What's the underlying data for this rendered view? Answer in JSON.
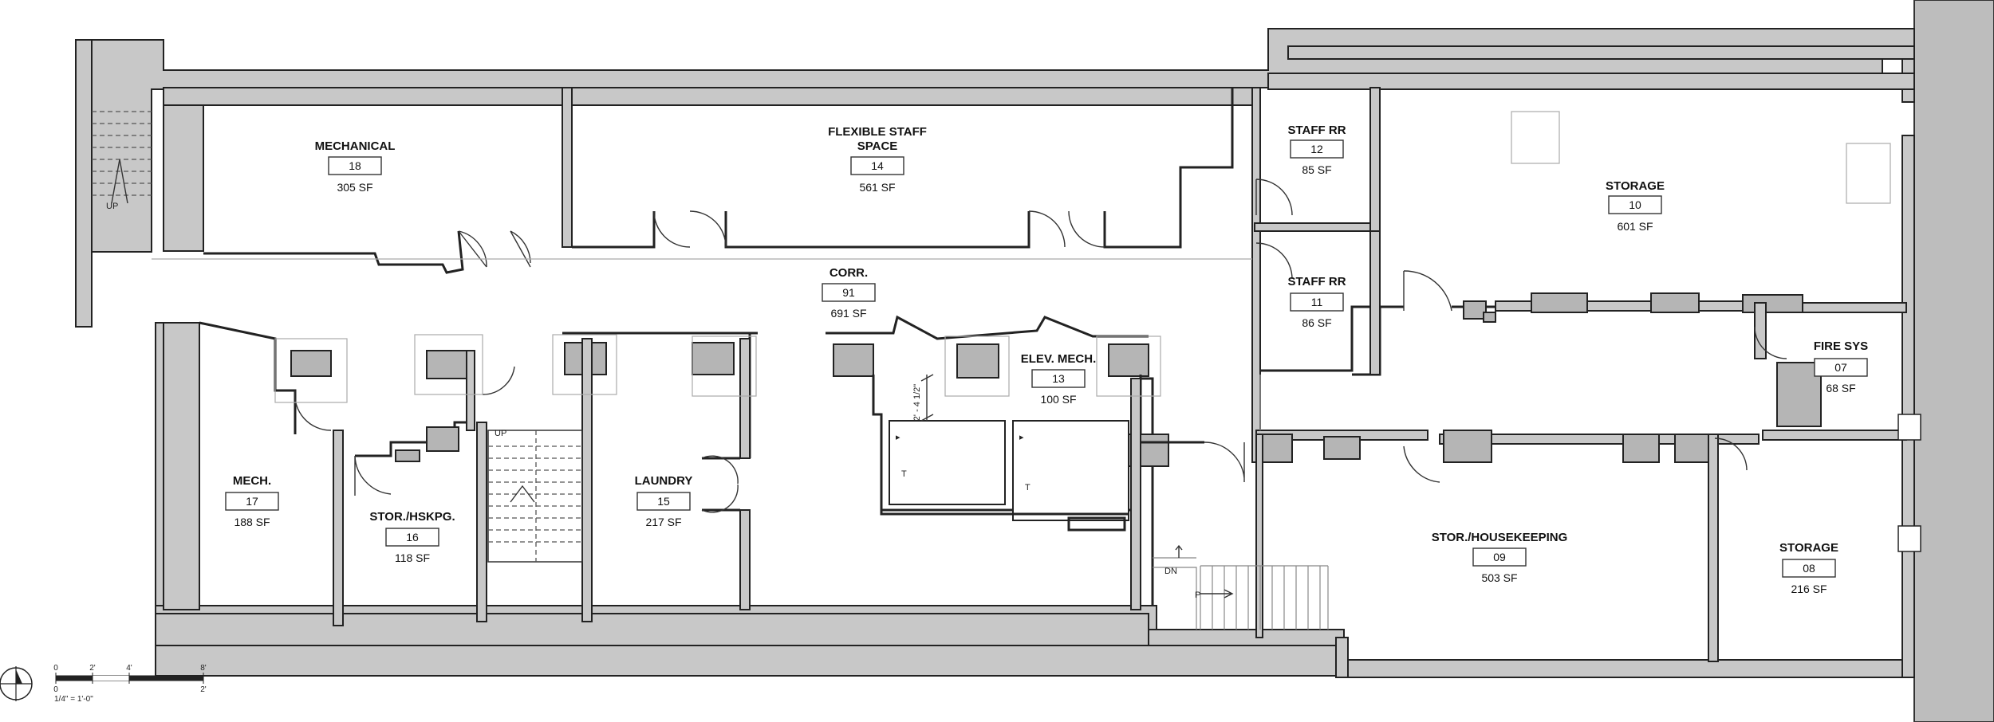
{
  "rooms": [
    {
      "id": "mechanical",
      "name": "MECHANICAL",
      "number": "18",
      "area": "305 SF"
    },
    {
      "id": "flex",
      "name": "FLEXIBLE STAFF",
      "name2": "SPACE",
      "number": "14",
      "area": "561 SF"
    },
    {
      "id": "staff-rr-12",
      "name": "STAFF RR",
      "number": "12",
      "area": "85 SF"
    },
    {
      "id": "storage-10",
      "name": "STORAGE",
      "number": "10",
      "area": "601 SF"
    },
    {
      "id": "corr",
      "name": "CORR.",
      "number": "91",
      "area": "691 SF"
    },
    {
      "id": "staff-rr-11",
      "name": "STAFF RR",
      "number": "11",
      "area": "86 SF"
    },
    {
      "id": "elev-mech",
      "name": "ELEV. MECH.",
      "number": "13",
      "area": "100 SF"
    },
    {
      "id": "fire-sys",
      "name": "FIRE SYS",
      "number": "07",
      "area": "68 SF"
    },
    {
      "id": "mech-17",
      "name": "MECH.",
      "number": "17",
      "area": "188 SF"
    },
    {
      "id": "stor-hskpg",
      "name": "STOR./HSKPG.",
      "number": "16",
      "area": "118 SF"
    },
    {
      "id": "laundry",
      "name": "LAUNDRY",
      "number": "15",
      "area": "217 SF"
    },
    {
      "id": "stor-housekeeping",
      "name": "STOR./HOUSEKEEPING",
      "number": "09",
      "area": "503 SF"
    },
    {
      "id": "storage-08",
      "name": "STORAGE",
      "number": "08",
      "area": "216 SF"
    }
  ],
  "annotations": {
    "up_left": "UP",
    "up_stair": "UP",
    "dn": "DN",
    "p": "P",
    "elevator_dim": "2' - 4 1/2\""
  },
  "scale": {
    "ticks": [
      "0",
      "2'",
      "4'",
      "8'"
    ],
    "bottom_ticks": [
      "0",
      "2'"
    ],
    "label": "1/4\" = 1'-0\""
  }
}
